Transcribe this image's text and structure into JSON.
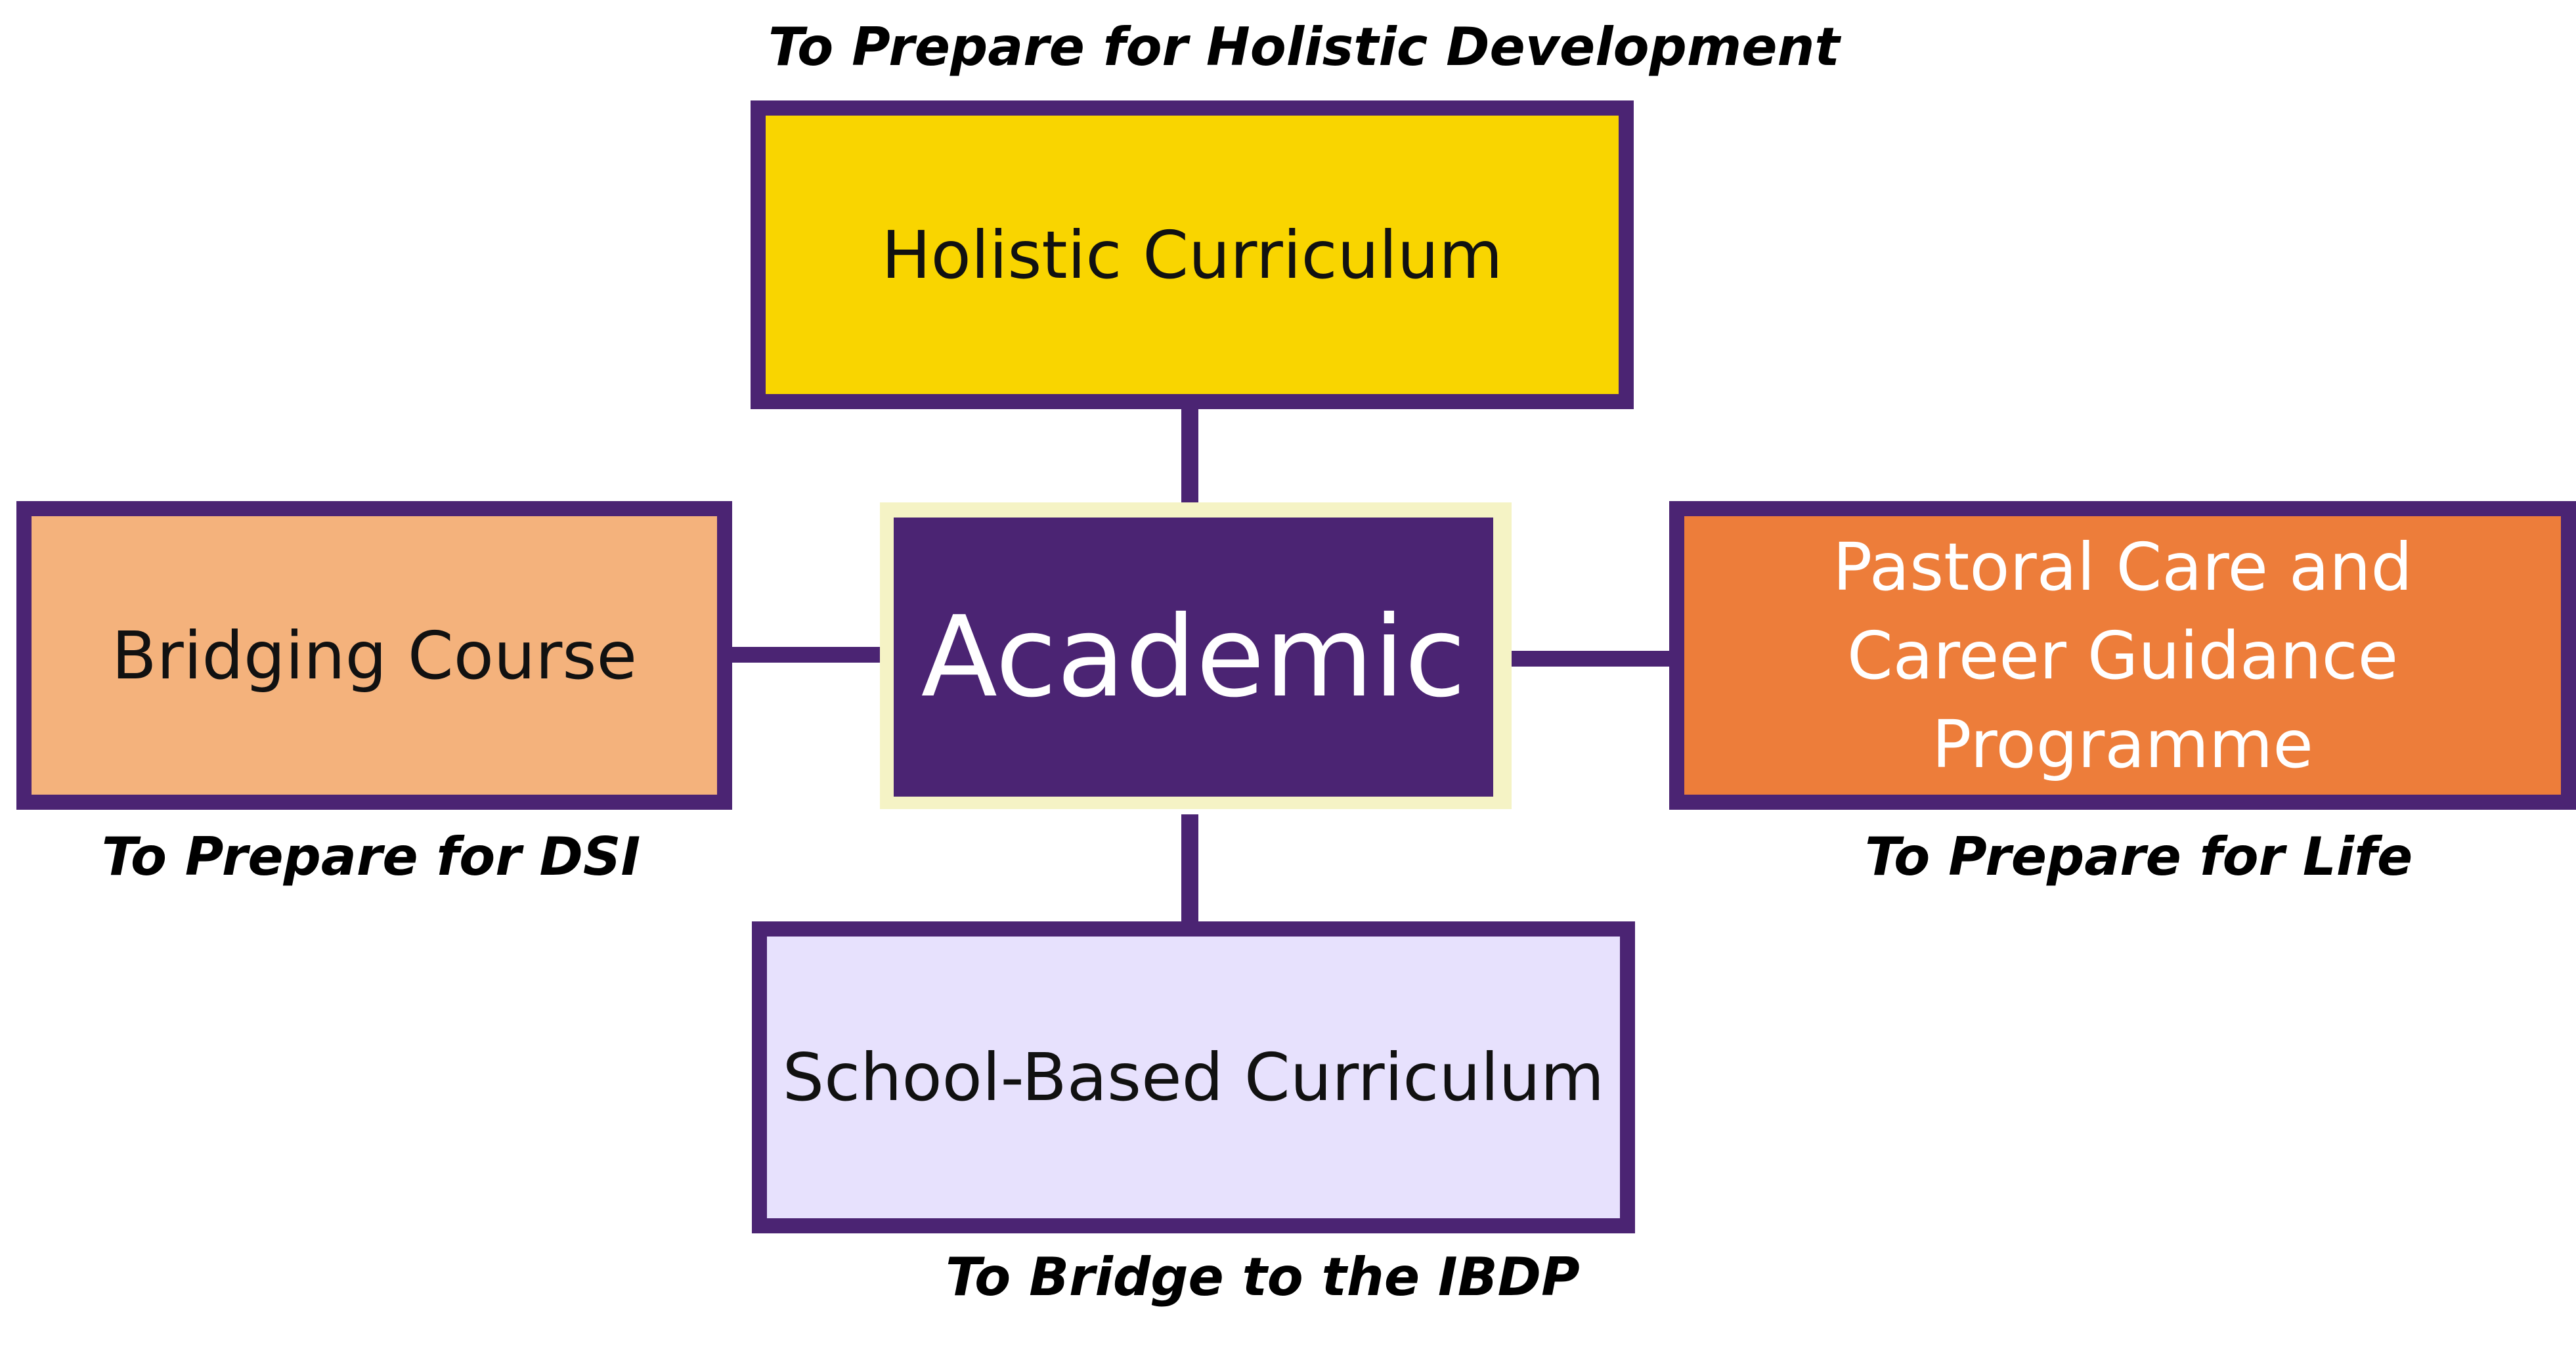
{
  "diagram": {
    "center": {
      "label": "Academic",
      "fill": "#4b2473",
      "halo": "#f5f3c5",
      "text_color": "#ffffff"
    },
    "nodes": [
      {
        "id": "holistic",
        "label": "Holistic Curriculum",
        "caption": "To Prepare for Holistic Development",
        "fill": "#f9d500"
      },
      {
        "id": "bridging",
        "label": "Bridging Course",
        "caption": "To Prepare for DSI",
        "fill": "#f4b27c"
      },
      {
        "id": "pastoral",
        "label": "Pastoral Care and Career Guidance Programme",
        "caption": "To Prepare for Life",
        "fill": "#ed7d3a"
      },
      {
        "id": "school-based",
        "label": "School-Based Curriculum",
        "caption": "To Bridge to the IBDP",
        "fill": "#e7e1fd"
      }
    ],
    "border_color": "#4b2473"
  }
}
